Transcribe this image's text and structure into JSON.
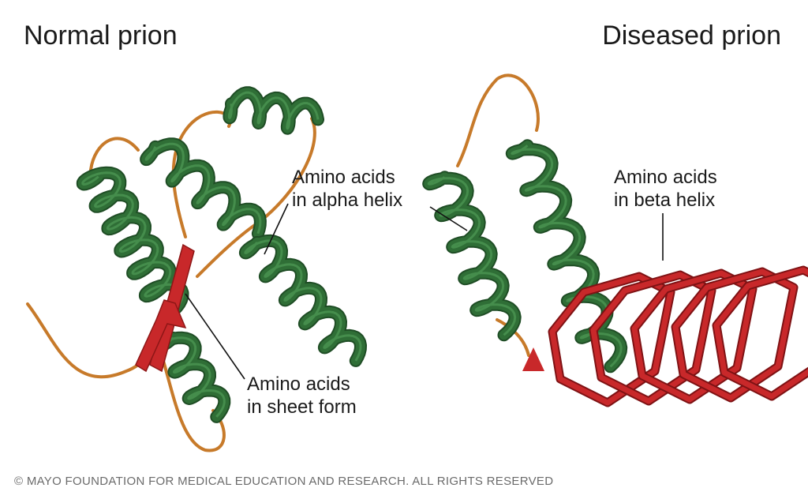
{
  "titles": {
    "normal": "Normal prion",
    "diseased": "Diseased prion"
  },
  "labels": {
    "alpha": [
      "Amino acids",
      "in alpha helix"
    ],
    "sheet": [
      "Amino acids",
      "in sheet form"
    ],
    "beta": [
      "Amino acids",
      "in beta helix"
    ]
  },
  "footer": "© MAYO FOUNDATION FOR MEDICAL EDUCATION AND RESEARCH. ALL RIGHTS RESERVED",
  "colors": {
    "helix": "#2f6e36",
    "helix_light": "#4f9a55",
    "sheet": "#c8282a",
    "loop": "#c77a2a"
  }
}
